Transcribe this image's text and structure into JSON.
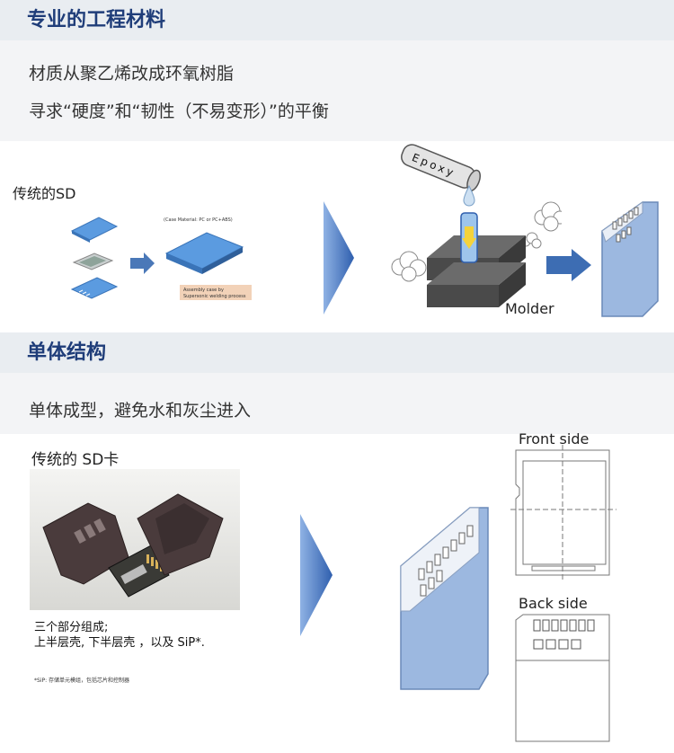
{
  "section1": {
    "title": "专业的工程材料",
    "line1": "材质从聚乙烯改成环氧树脂",
    "line2": "寻求“硬度”和“韧性（不易变形）”的平衡"
  },
  "diagram1": {
    "traditional_label": "传统的SD",
    "case_material": "(Case Material: PC or PC+ABS)",
    "assembly_note_1": "Assembly case by",
    "assembly_note_2": "Supersonic welding process",
    "epoxy_text": "Epoxy",
    "molder_label": "Molder"
  },
  "section2": {
    "title": "单体结构",
    "line1": "单体成型，避免水和灰尘进入"
  },
  "diagram2": {
    "traditional_label": "传统的 SD卡",
    "composition_1": "三个部分组成;",
    "composition_2": "上半层壳, 下半层壳 ，以及 SiP*.",
    "footnote": "*SiP: 存储单元模组，包括芯片和控制器",
    "front_side": "Front side",
    "back_side": "Back side"
  },
  "colors": {
    "header_bg": "#e9edf1",
    "title_color": "#1f3d79",
    "band_bg": "#f3f4f6",
    "card_blue": "#9cb8e0",
    "arrow_blue": "#3d6db3"
  }
}
